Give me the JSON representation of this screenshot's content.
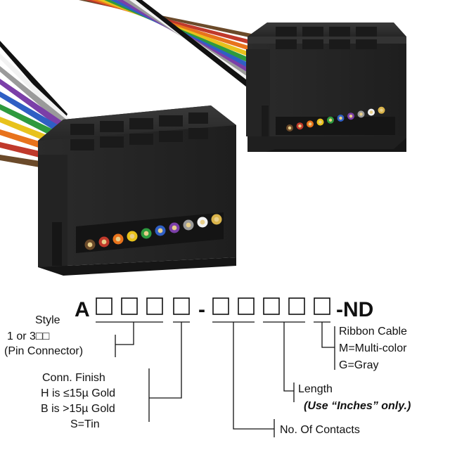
{
  "part_number": {
    "prefix": "A",
    "dash": "-",
    "suffix": "-ND"
  },
  "labels": {
    "style": [
      "Style",
      "1 or 3□□",
      "(Pin Connector)"
    ],
    "finish": [
      "Conn. Finish",
      "H is ≤15µ  Gold",
      "B is >15µ  Gold",
      "S=Tin"
    ],
    "contacts": "No. Of Contacts",
    "length": [
      "Length",
      "(Use “Inches” only.)"
    ],
    "ribbon": [
      "Ribbon Cable",
      "M=Multi-color",
      "G=Gray"
    ]
  },
  "colors": {
    "connector": "#2a2a2a",
    "ribbon": [
      "#6b4a2a",
      "#c0392b",
      "#e8731c",
      "#e8c21c",
      "#2e9a3e",
      "#2f5fc4",
      "#7b3fa8",
      "#9a9a9a",
      "#f2f2f2",
      "#111111"
    ]
  }
}
